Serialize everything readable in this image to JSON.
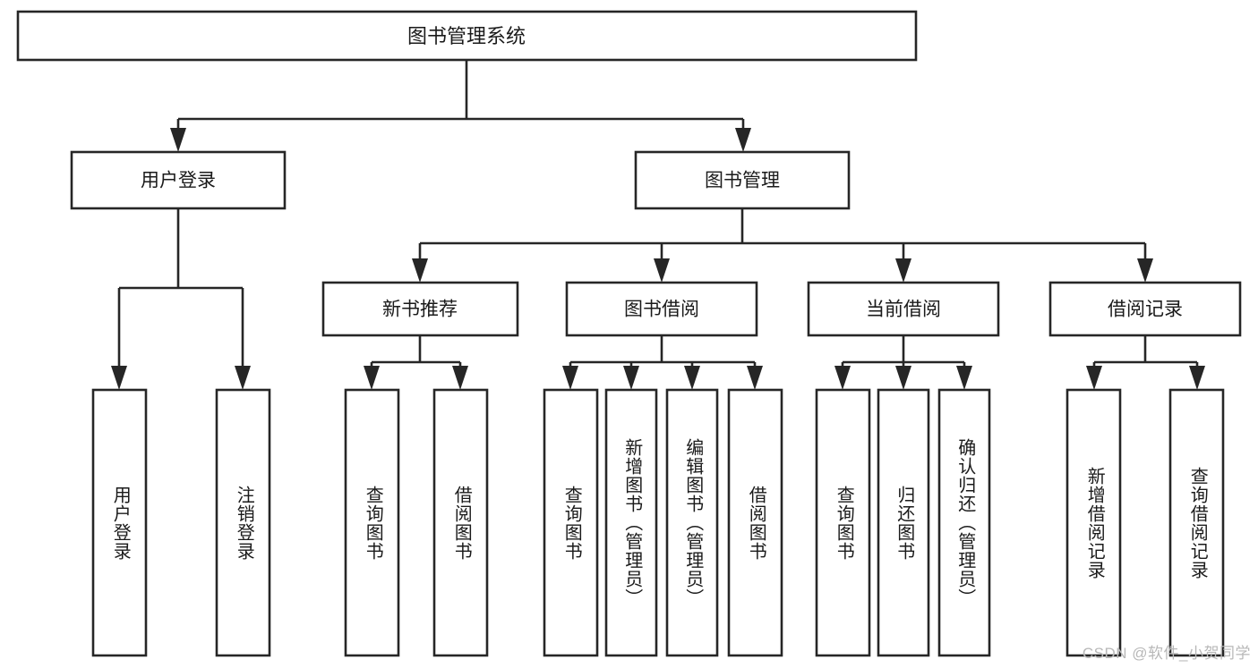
{
  "diagram": {
    "type": "hierarchy-tree",
    "title": "图书管理系统",
    "watermark": "CSDN @软件_小贺同学",
    "colors": {
      "stroke": "#262626",
      "fill": "#ffffff",
      "text": "#1a1a1a",
      "watermark": "#b8b8b8"
    },
    "levels": {
      "root": {
        "label": "图书管理系统"
      },
      "level2": [
        {
          "label": "用户登录"
        },
        {
          "label": "图书管理"
        }
      ],
      "level3": [
        {
          "label": "新书推荐"
        },
        {
          "label": "图书借阅"
        },
        {
          "label": "当前借阅"
        },
        {
          "label": "借阅记录"
        }
      ]
    },
    "leaves": {
      "user_login": [
        {
          "label": "用户登录"
        },
        {
          "label": "注销登录"
        }
      ],
      "new_book_recommend": [
        {
          "label": "查询图书"
        },
        {
          "label": "借阅图书"
        }
      ],
      "book_borrow": [
        {
          "label": "查询图书"
        },
        {
          "label": "新增图书（管理员）"
        },
        {
          "label": "编辑图书（管理员）"
        },
        {
          "label": "借阅图书"
        }
      ],
      "current_borrow": [
        {
          "label": "查询图书"
        },
        {
          "label": "归还图书"
        },
        {
          "label": "确认归还（管理员）"
        }
      ],
      "borrow_record": [
        {
          "label": "新增借阅记录"
        },
        {
          "label": "查询借阅记录"
        }
      ]
    }
  }
}
